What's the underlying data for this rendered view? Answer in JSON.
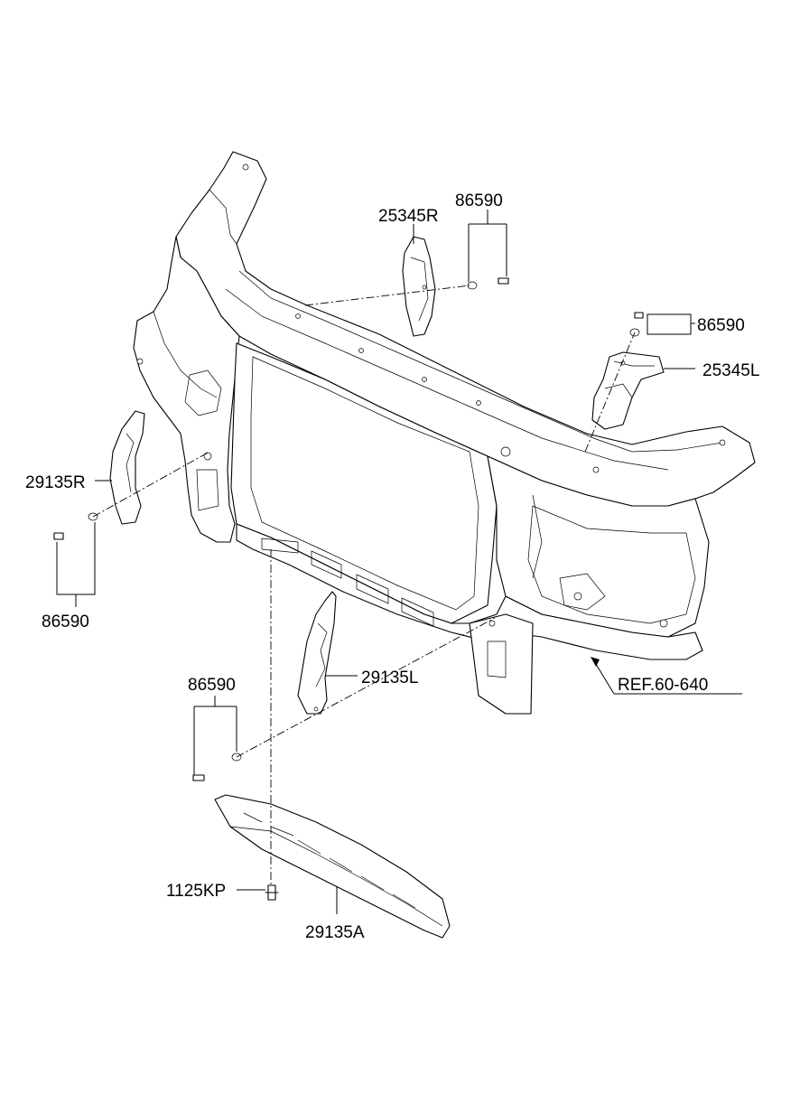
{
  "labels": {
    "part_25345R": "25345R",
    "part_86590_top": "86590",
    "part_86590_right": "86590",
    "part_25345L": "25345L",
    "part_29135R": "29135R",
    "part_86590_left": "86590",
    "part_29135L": "29135L",
    "part_86590_bottom": "86590",
    "part_1125KP": "1125KP",
    "part_29135A": "29135A",
    "ref": "REF.60-640"
  },
  "colors": {
    "line": "#000000",
    "background": "#ffffff"
  }
}
